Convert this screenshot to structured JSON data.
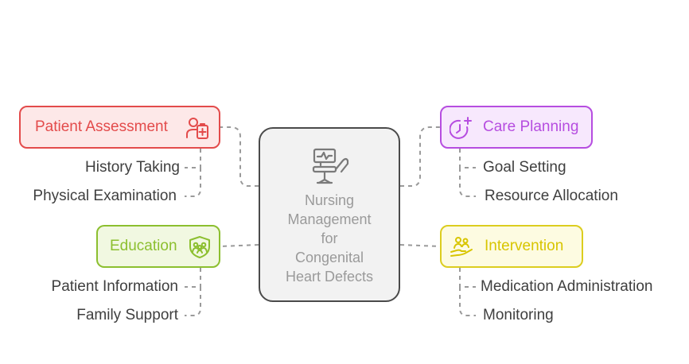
{
  "center": {
    "title": "Nursing\nManagement\nfor\nCongenital\nHeart Defects",
    "icon": "hospital-bed-monitor-icon"
  },
  "branches": {
    "patient_assessment": {
      "label": "Patient Assessment",
      "icon": "patient-clipboard-icon",
      "color": "#e34b4b",
      "items": [
        "History Taking",
        "Physical Examination"
      ]
    },
    "care_planning": {
      "label": "Care Planning",
      "icon": "clock-plus-icon",
      "color": "#b64de0",
      "items": [
        "Goal Setting",
        "Resource Allocation"
      ]
    },
    "education": {
      "label": "Education",
      "icon": "family-shield-icon",
      "color": "#8cbf2f",
      "items": [
        "Patient Information",
        "Family Support"
      ]
    },
    "intervention": {
      "label": "Intervention",
      "icon": "caring-hand-people-icon",
      "color": "#dccd1f",
      "items": [
        "Medication Administration",
        "Monitoring"
      ]
    }
  }
}
